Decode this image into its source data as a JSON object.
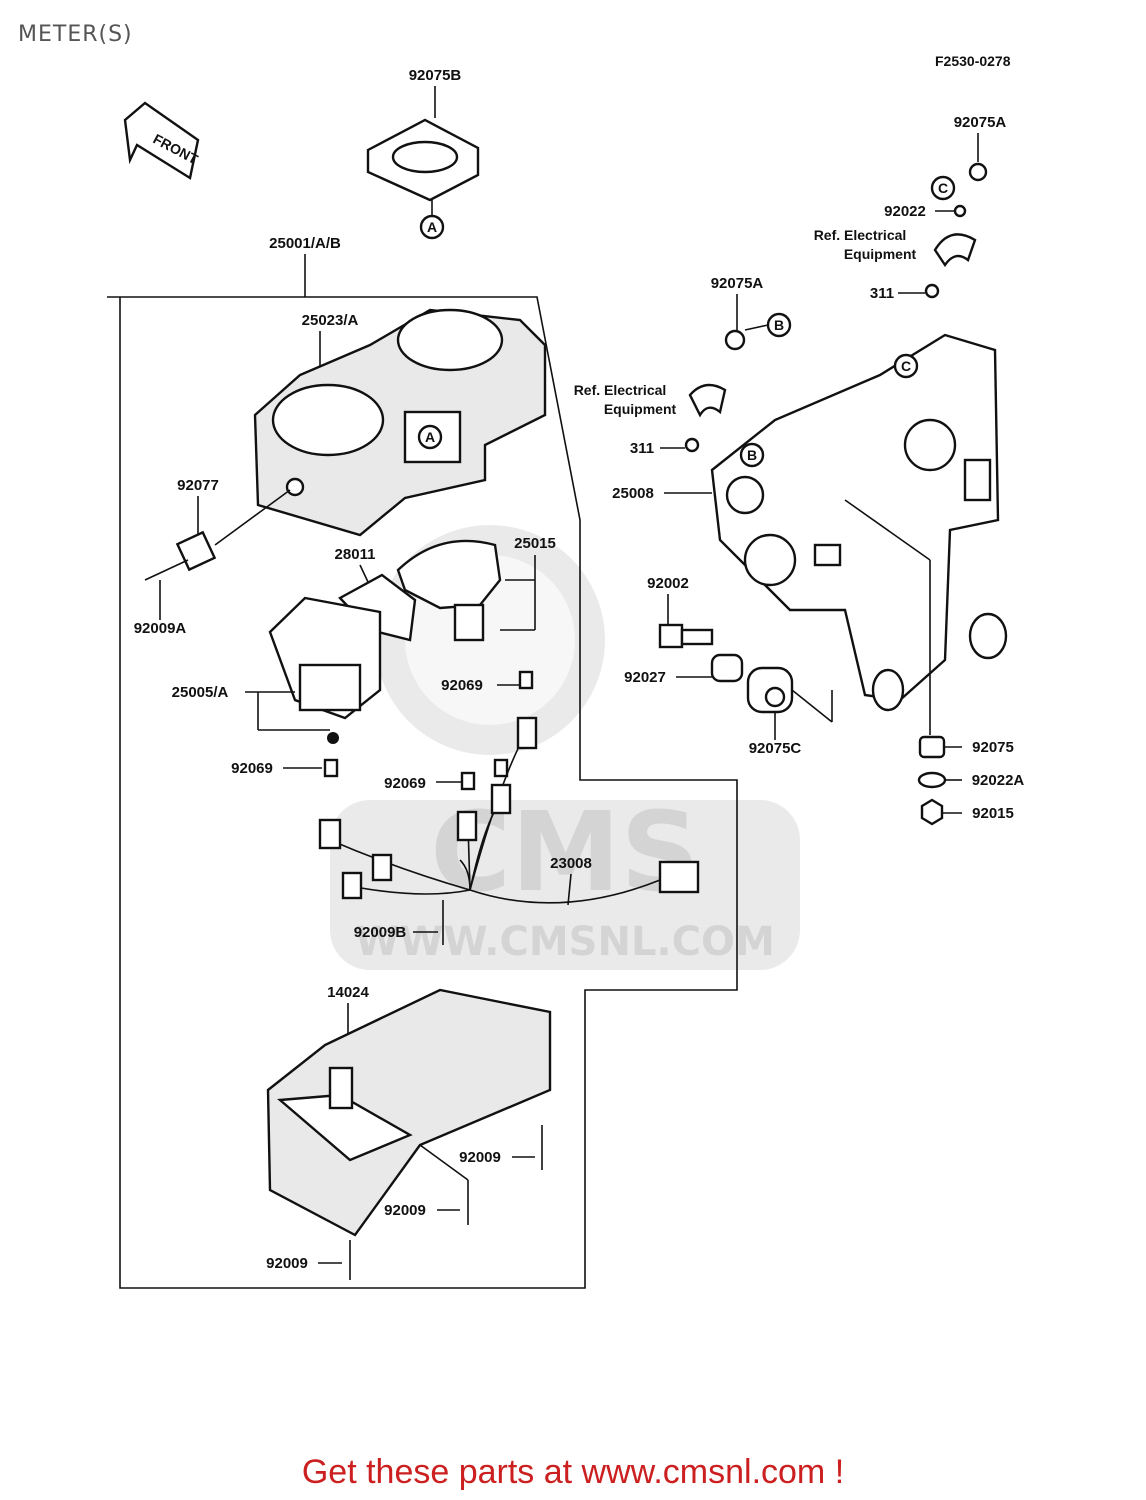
{
  "page": {
    "title": "METER(S)",
    "diagram_code": "F2530-0278"
  },
  "front_tag": "FRONT",
  "watermark": {
    "logo": "CMS",
    "url": "WWW.CMSNL.COM"
  },
  "labels": {
    "p92075B": "92075B",
    "p25001": "25001/A/B",
    "p25023": "25023/A",
    "p92077": "92077",
    "p92009A": "92009A",
    "p28011": "28011",
    "p25015": "25015",
    "p25005": "25005/A",
    "p92069a": "92069",
    "p92069b": "92069",
    "p92069c": "92069",
    "p23008": "23008",
    "p92009B": "92009B",
    "p14024": "14024",
    "p92009a": "92009",
    "p92009b": "92009",
    "p92009c": "92009",
    "p92075A_top": "92075A",
    "p92022": "92022",
    "ref1_line1": "Ref. Electrical",
    "ref1_line2": "Equipment",
    "p311_top": "311",
    "p92075A_mid": "92075A",
    "ref2_line1": "Ref. Electrical",
    "ref2_line2": "Equipment",
    "p311_mid": "311",
    "p25008": "25008",
    "p92002": "92002",
    "p92027": "92027",
    "p92075C": "92075C",
    "p92075": "92075",
    "p92022A": "92022A",
    "p92015": "92015"
  },
  "callouts": {
    "A": "A",
    "B": "B",
    "C": "C"
  },
  "footer": {
    "text": "Get these parts at www.cmsnl.com !"
  }
}
